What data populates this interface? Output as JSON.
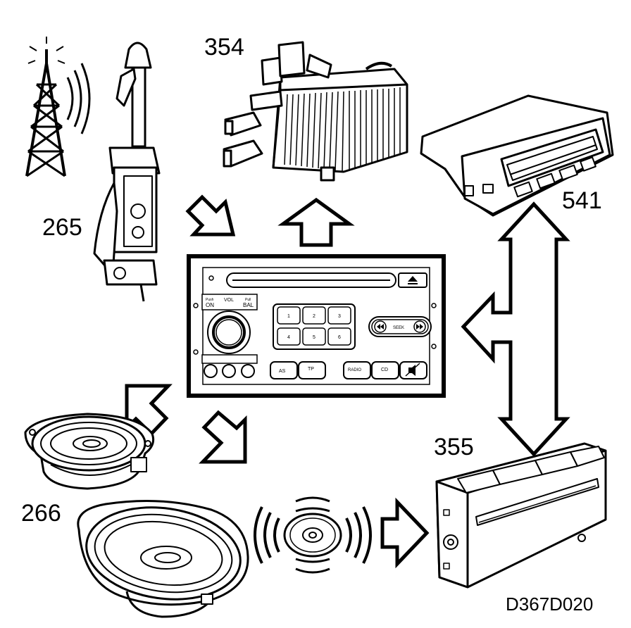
{
  "callouts": {
    "antenna": "265",
    "amplifier": "354",
    "display": "541",
    "speakers": "266",
    "cd_changer": "355"
  },
  "figure_id": "D367D020",
  "radio_panel": {
    "power": "ON",
    "power_small": "Push",
    "vol": "VOL",
    "bal": "BAL",
    "bal_small": "Pull",
    "seek": "SEEK",
    "presets": [
      "1",
      "2",
      "3",
      "4",
      "5",
      "6"
    ],
    "as": "AS",
    "tp": "TP",
    "radio": "RADIO",
    "cd": "CD"
  }
}
